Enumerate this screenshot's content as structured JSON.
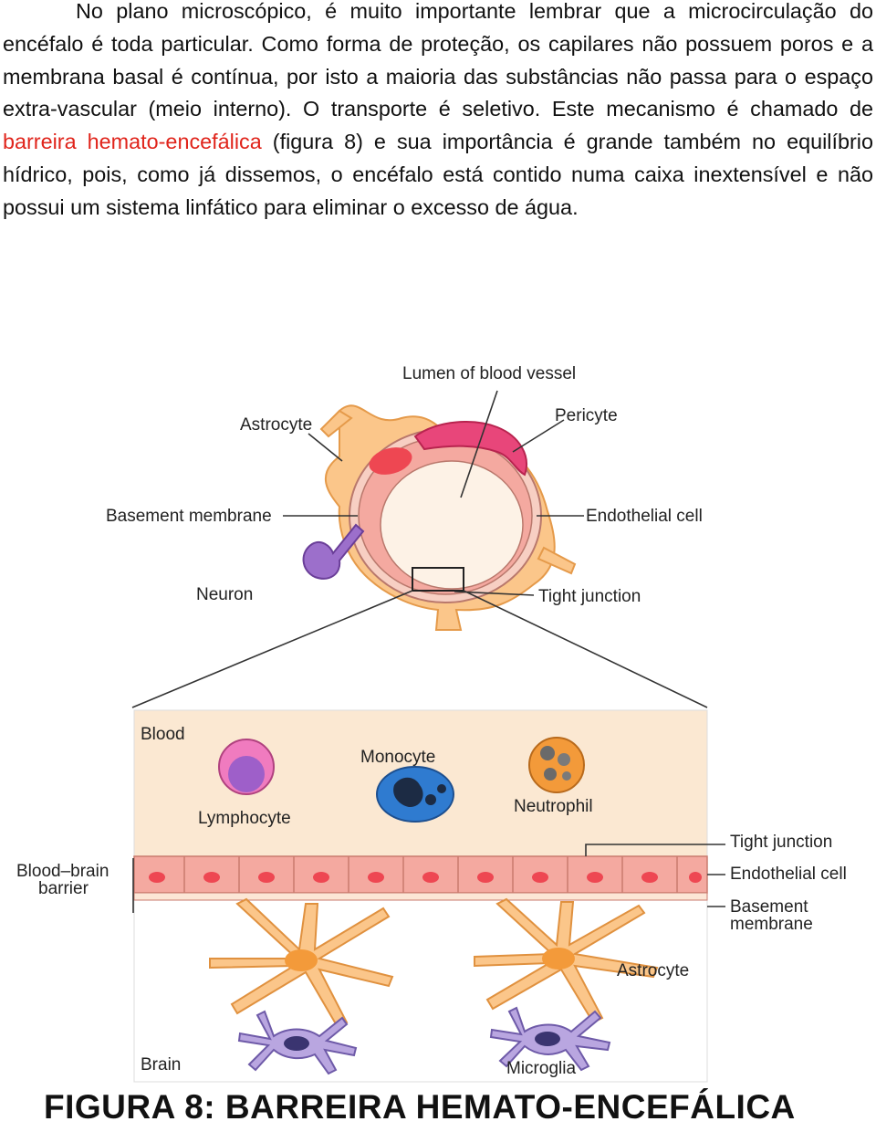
{
  "paragraph": {
    "part1": "No plano microscópico, é muito importante lembrar que a microcirculação do encéfalo é toda particular.  Como forma de proteção, os capilares não possuem poros e a membrana basal é contínua, por isto a maioria das substâncias não passa para o espaço extra-vascular (meio interno). O transporte é seletivo. Este mecanismo é chamado de ",
    "highlight": "barreira hemato-encefálica",
    "part2": " (figura 8) e sua importância é grande também no equilíbrio hídrico, pois, como já dissemos, o encéfalo está contido numa caixa inextensível e não possui um sistema linfático para eliminar o excesso de água.",
    "highlight_color": "#e0241b"
  },
  "figure": {
    "top_labels": {
      "lumen": "Lumen of blood vessel",
      "astrocyte": "Astrocyte",
      "pericyte": "Pericyte",
      "basement_membrane": "Basement membrane",
      "endothelial_cell": "Endothelial cell",
      "neuron": "Neuron",
      "tight_junction": "Tight junction"
    },
    "bottom_labels": {
      "blood": "Blood",
      "monocyte": "Monocyte",
      "lymphocyte": "Lymphocyte",
      "neutrophil": "Neutrophil",
      "blood_brain_barrier_line1": "Blood–brain",
      "blood_brain_barrier_line2": "barrier",
      "tight_junction": "Tight junction",
      "endothelial_cell": "Endothelial cell",
      "basement_membrane_line1": "Basement",
      "basement_membrane_line2": "membrane",
      "astrocyte": "Astrocyte",
      "brain": "Brain",
      "microglia": "Microglia"
    },
    "colors": {
      "blood_bg": "#fbe8d2",
      "endothelium": "#f4a9a0",
      "nucleus": "#ee4752",
      "astrocyte": "#fbc68a",
      "pericyte": "#e8467a",
      "microglia": "#b9a6e0",
      "monocyte": "#2f7bd0",
      "neutrophil": "#f39a3a"
    }
  },
  "caption": "FIGURA 8: BARREIRA HEMATO-ENCEFÁLICA"
}
